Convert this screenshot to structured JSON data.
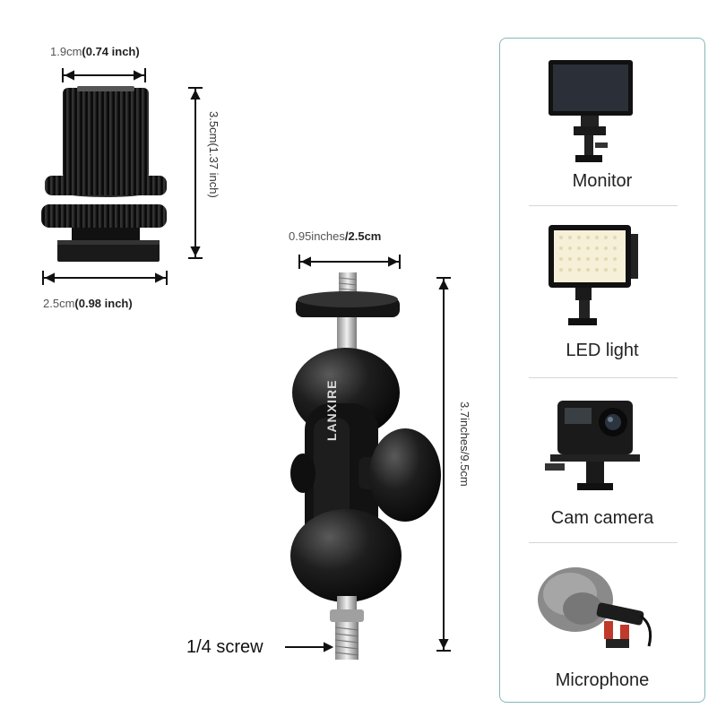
{
  "shoe_adapter": {
    "width_top": {
      "value": "1.9cm",
      "bold": "(0.74 inch)"
    },
    "height": "3.5cm(1.37 inch)",
    "width_bottom": {
      "value": "2.5cm",
      "bold": "(0.98 inch)"
    }
  },
  "ball_mount": {
    "width": {
      "value": "0.95inches",
      "bold": "/2.5cm"
    },
    "height": "3.7inches/9.5cm",
    "brand": "LANXIRE",
    "screw_label": "1/4 screw"
  },
  "compatibility": [
    {
      "label": "Monitor",
      "icon": "monitor-icon"
    },
    {
      "label": "LED light",
      "icon": "led-light-icon"
    },
    {
      "label": "Cam camera",
      "icon": "action-camera-icon"
    },
    {
      "label": "Microphone",
      "icon": "microphone-icon"
    }
  ],
  "colors": {
    "panel_border": "#86b7b9",
    "product": "#1b1b1b"
  }
}
